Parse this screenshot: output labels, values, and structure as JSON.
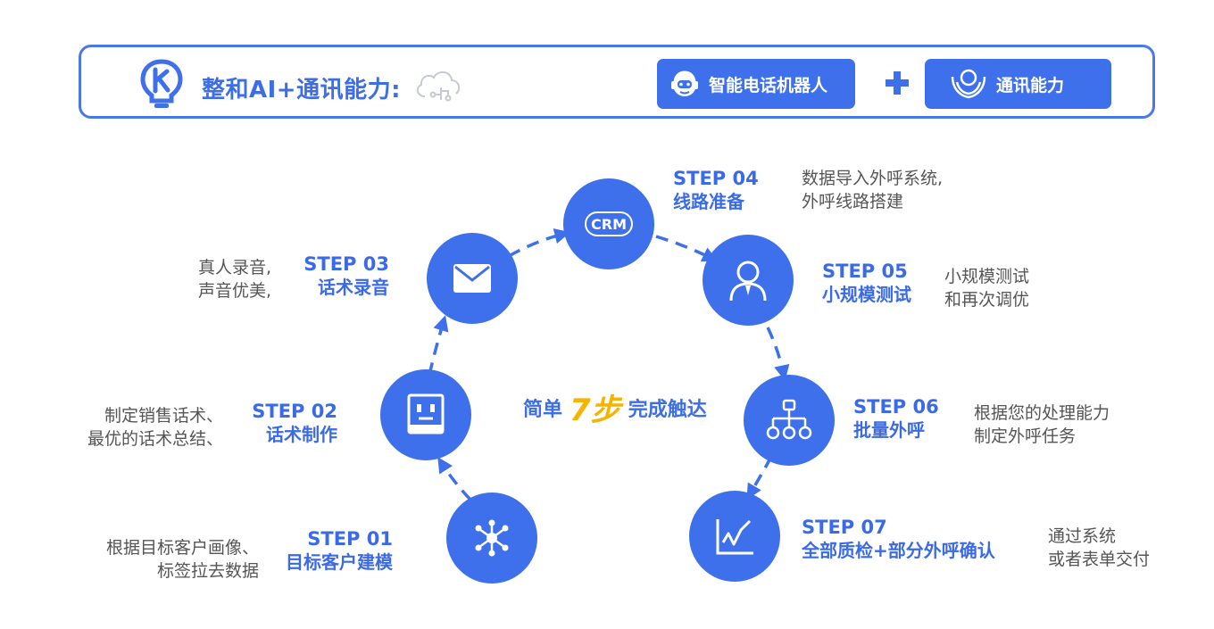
{
  "header": {
    "title": "整和AI+通讯能力:",
    "pill_robot": "智能电话机器人",
    "pill_comm": "通讯能力"
  },
  "center": {
    "prefix": "简单",
    "highlight": "7步",
    "suffix": "完成触达"
  },
  "steps": [
    {
      "id": "STEP 01",
      "name": "目标客户建模",
      "desc": [
        "根据目标客户画像、",
        "标签拉去数据"
      ]
    },
    {
      "id": "STEP 02",
      "name": "话术制作",
      "desc": [
        "制定销售话术、",
        "最优的话术总结、"
      ]
    },
    {
      "id": "STEP 03",
      "name": "话术录音",
      "desc": [
        "真人录音,",
        "声音优美,"
      ]
    },
    {
      "id": "STEP 04",
      "name": "线路准备",
      "desc": [
        "数据导入外呼系统,",
        "外呼线路搭建"
      ]
    },
    {
      "id": "STEP 05",
      "name": "小规模测试",
      "desc": [
        "小规模测试",
        "和再次调优"
      ]
    },
    {
      "id": "STEP 06",
      "name": "批量外呼",
      "desc": [
        "根据您的处理能力",
        "制定外呼任务"
      ]
    },
    {
      "id": "STEP 07",
      "name": "全部质检+部分外呼确认",
      "desc": [
        "通过系统",
        "或者表单交付"
      ]
    }
  ],
  "crm_label": "CRM",
  "icons": [
    "hub-icon",
    "robot-face-icon",
    "envelope-icon",
    "crm-icon",
    "person-icon",
    "org-tree-icon",
    "line-chart-icon"
  ],
  "colors": {
    "primary": "#3d70ea",
    "accent": "#f5b400",
    "text_desc": "#555555"
  }
}
